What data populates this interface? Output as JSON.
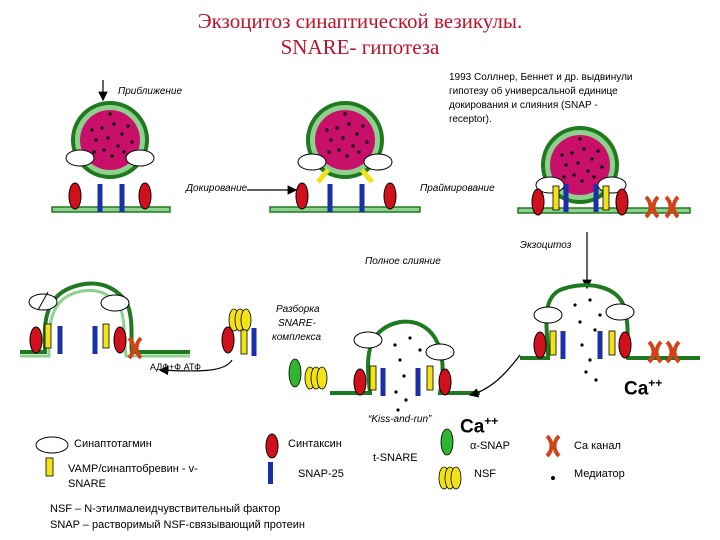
{
  "title": {
    "line1": "Экзоцитоз синаптической везикулы.",
    "line2": "SNARE- гипотеза"
  },
  "note": {
    "line1": "1993 Соллнер, Беннет и др. выдвинули",
    "line2": "гипотезу об универсальной единице",
    "line3": "докирования и слияния (SNAP -",
    "line4": "receptor)."
  },
  "stages": {
    "approach": "Приближение",
    "docking": "Докирование",
    "priming": "Праймирование",
    "full_fusion": "Полное  слияние",
    "exocytosis": "Экзоцитоз",
    "disassembly_1": "Разборка",
    "disassembly_2": "SNARE-",
    "disassembly_3": "комплекса",
    "atp": "АДФ+Ф  АТФ",
    "kiss": "“Kiss-and-run”",
    "ca_right": "Ca",
    "ca_right_sup": "++",
    "ca_mid": "Ca",
    "ca_mid_sup": "++"
  },
  "legend": {
    "synaptotagmin": "Синаптотагмин",
    "vamp_1": "VAMP/синаптобревин  - v-",
    "vamp_2": "SNARE",
    "syntaxin": "Синтаксин",
    "snap25": "SNAP-25",
    "tsnare": "t-SNARE",
    "alpha_snap": "α-SNAP",
    "nsf": "NSF",
    "ca_channel": "Ca канал",
    "mediator": "Медиатор",
    "nsf_def": "NSF – N-этилмалеидчувствительный фактор",
    "snap_def": "SNAP – растворимый NSF-связывающий протеин"
  },
  "colors": {
    "title": "#c0102a",
    "vesicle_fill": "#c8106a",
    "membrane": "#1f7a1f",
    "membrane_inner": "#8fd08f",
    "syntaxin": "#d0101c",
    "snap25": "#1a2fa8",
    "vamp": "#f2e21a",
    "ca_channel": "#d2421a",
    "alpha_snap": "#2fb52f",
    "nsf": "#f2e21a"
  }
}
